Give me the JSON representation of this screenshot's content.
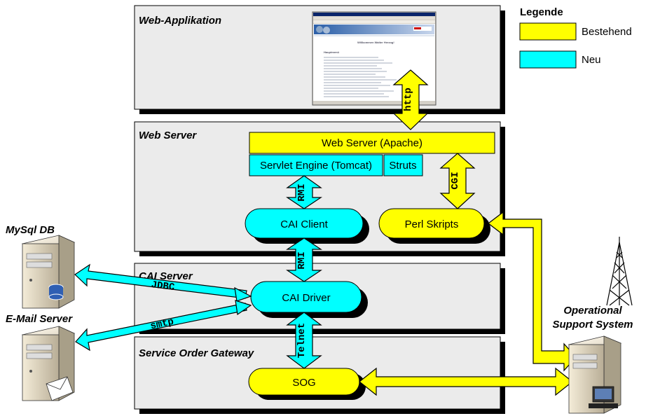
{
  "legend": {
    "title": "Legende",
    "items": [
      {
        "label": "Bestehend",
        "color": "#ffff00"
      },
      {
        "label": "Neu",
        "color": "#00ffff"
      }
    ]
  },
  "layers": {
    "web_app": "Web-Applikation",
    "web_server": "Web Server",
    "cai_server": "CAI Server",
    "sog_layer": "Service Order Gateway"
  },
  "components": {
    "apache": "Web Server (Apache)",
    "tomcat": "Servlet Engine (Tomcat)",
    "struts": "Struts",
    "cai_client": "CAI Client",
    "perl": "Perl Skripts",
    "cai_driver": "CAI Driver",
    "sog": "SOG"
  },
  "external": {
    "mysql": "MySql DB",
    "email": "E-Mail Server",
    "oss_line1": "Operational",
    "oss_line2": "Support System"
  },
  "protocols": {
    "http": "http",
    "cgi": "CGI",
    "rmi_upper": "RMI",
    "rmi_lower": "RMI",
    "jdbc": "JDBC",
    "smtp": "smtp",
    "telnet": "Telnet"
  },
  "screenshot": {
    "welcome": "Willkommen Walter Herzog!",
    "section": "Hauptmenü"
  },
  "colors": {
    "existing": "#ffff00",
    "new": "#00ffff",
    "layer_bg": "#ebebeb"
  }
}
